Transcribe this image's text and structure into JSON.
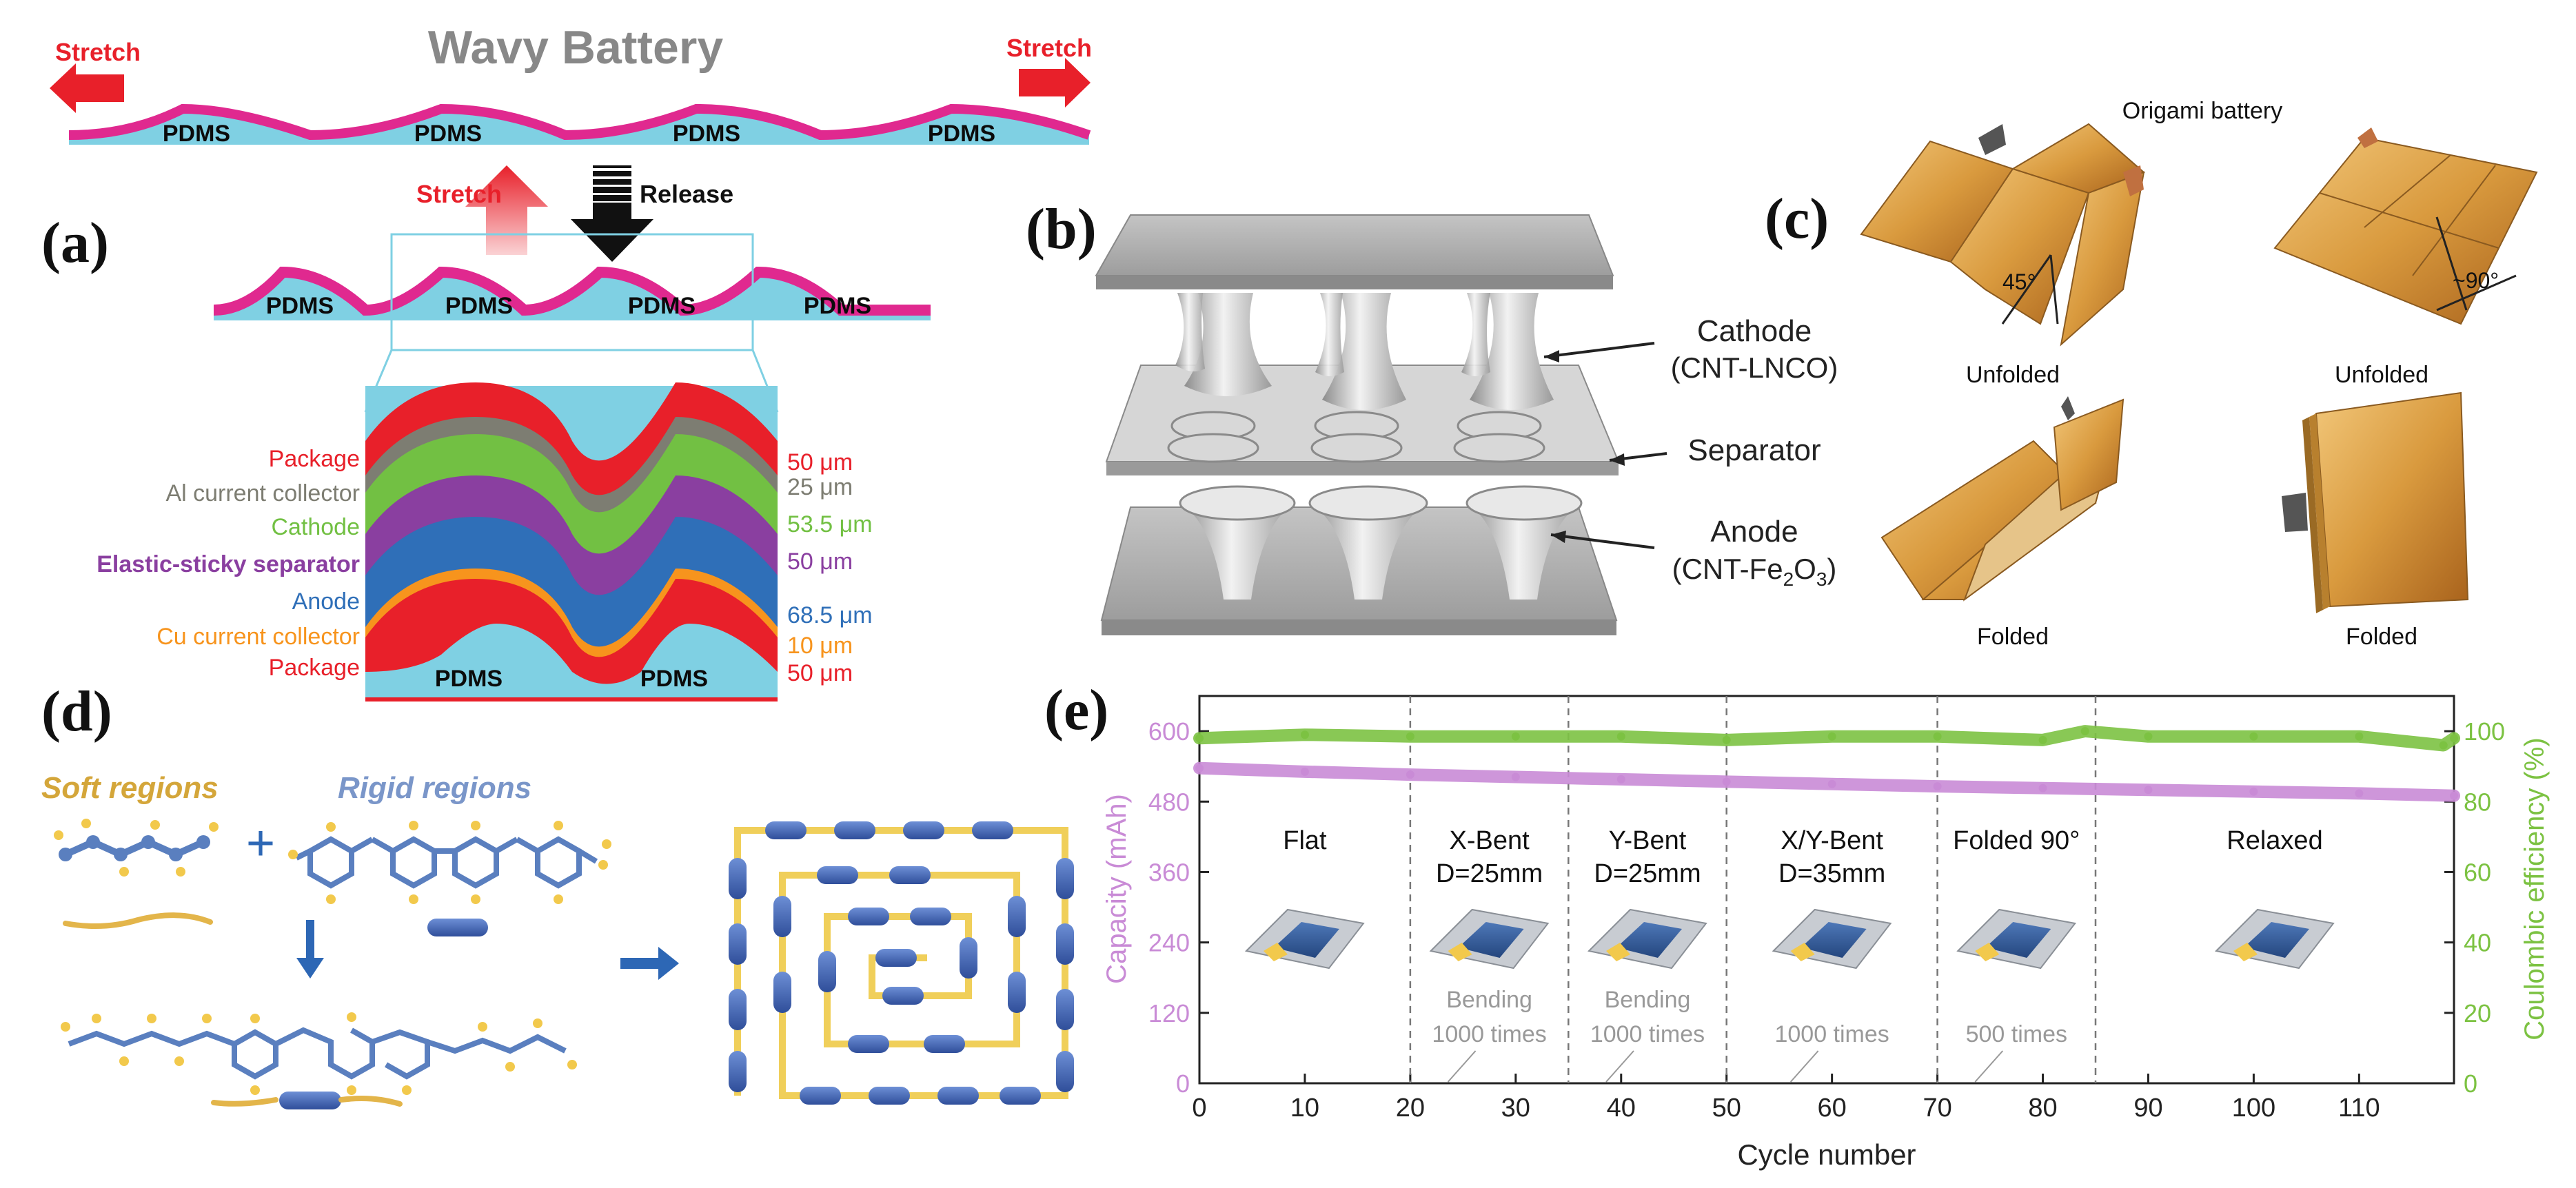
{
  "panels": {
    "a": {
      "label": "(a)",
      "title": "Wavy Battery",
      "stretch_left": "Stretch",
      "stretch_right": "Stretch",
      "stretch_mid": "Stretch",
      "release": "Release",
      "pdms": "PDMS",
      "layers": [
        {
          "name": "Package",
          "thickness": "50 μm",
          "color": "#e8202a"
        },
        {
          "name": "Al current collector",
          "thickness": "25 μm",
          "color": "#7d7d72"
        },
        {
          "name": "Cathode",
          "thickness": "53.5 μm",
          "color": "#72c043"
        },
        {
          "name": "Elastic-sticky separator",
          "thickness": "50 μm",
          "color": "#8a3fa0"
        },
        {
          "name": "Anode",
          "thickness": "68.5 μm",
          "color": "#2f6fb8"
        },
        {
          "name": "Cu current collector",
          "thickness": "10 μm",
          "color": "#f7941d"
        },
        {
          "name": "Package",
          "thickness": "50 μm",
          "color": "#e8202a"
        }
      ]
    },
    "b": {
      "label": "(b)",
      "cathode": "Cathode",
      "cathode_sub": "(CNT-LNCO)",
      "separator": "Separator",
      "anode": "Anode",
      "anode_sub_pre": "(CNT-Fe",
      "anode_sub_2": "2",
      "anode_sub_mid": "O",
      "anode_sub_3": "3",
      "anode_sub_post": ")"
    },
    "c": {
      "label": "(c)",
      "title": "Origami battery",
      "angle1": "45°",
      "angle2": "~90°",
      "unfolded": "Unfolded",
      "folded": "Folded"
    },
    "d": {
      "label": "(d)",
      "soft": "Soft regions",
      "rigid": "Rigid regions",
      "plus": "+"
    },
    "e": {
      "label": "(e)"
    }
  },
  "chart_data": {
    "type": "scatter",
    "xlabel": "Cycle number",
    "ylabel_left": "Capacity (mAh)",
    "ylabel_right": "Coulombic efficiency (%)",
    "xlim": [
      0,
      119
    ],
    "xticks": [
      0,
      10,
      20,
      30,
      40,
      50,
      60,
      70,
      80,
      90,
      100,
      110
    ],
    "ylim_left": [
      0,
      660
    ],
    "yticks_left": [
      0,
      120,
      240,
      360,
      480,
      600
    ],
    "ylim_right": [
      0,
      110
    ],
    "yticks_right": [
      0,
      20,
      40,
      60,
      80,
      100
    ],
    "series": [
      {
        "axis": "left",
        "color": "#c98bd6",
        "x": [
          0,
          10,
          20,
          30,
          40,
          50,
          60,
          70,
          80,
          90,
          100,
          110,
          119
        ],
        "values": [
          537,
          531,
          526,
          522,
          518,
          514,
          510,
          506,
          503,
          500,
          497,
          494,
          490
        ]
      },
      {
        "axis": "right",
        "color": "#7cc242",
        "x": [
          0,
          10,
          20,
          30,
          40,
          50,
          60,
          70,
          80,
          84,
          90,
          100,
          110,
          118,
          119
        ],
        "values": [
          98,
          99,
          98.5,
          98.5,
          98.5,
          97.5,
          98.5,
          98.5,
          97.5,
          100,
          98.5,
          98.5,
          98.5,
          96,
          98
        ]
      }
    ],
    "dividers": [
      20,
      35,
      50,
      70,
      85
    ],
    "segments": [
      {
        "name": "Flat",
        "line1": "Flat",
        "line2": "",
        "note1": "",
        "note2": "",
        "x": 10
      },
      {
        "name": "X-Bent",
        "line1": "X-Bent",
        "line2": "D=25mm",
        "note1": "Bending",
        "note2": "1000 times",
        "x": 27.5
      },
      {
        "name": "Y-Bent",
        "line1": "Y-Bent",
        "line2": "D=25mm",
        "note1": "Bending",
        "note2": "1000 times",
        "x": 42.5
      },
      {
        "name": "X/Y-Bent",
        "line1": "X/Y-Bent",
        "line2": "D=35mm",
        "note1": "",
        "note2": "1000 times",
        "x": 60
      },
      {
        "name": "Folded 90°",
        "line1": "Folded 90°",
        "line2": "",
        "note1": "",
        "note2": "500 times",
        "x": 77.5
      },
      {
        "name": "Relaxed",
        "line1": "Relaxed",
        "line2": "",
        "note1": "",
        "note2": "",
        "x": 102
      }
    ]
  }
}
